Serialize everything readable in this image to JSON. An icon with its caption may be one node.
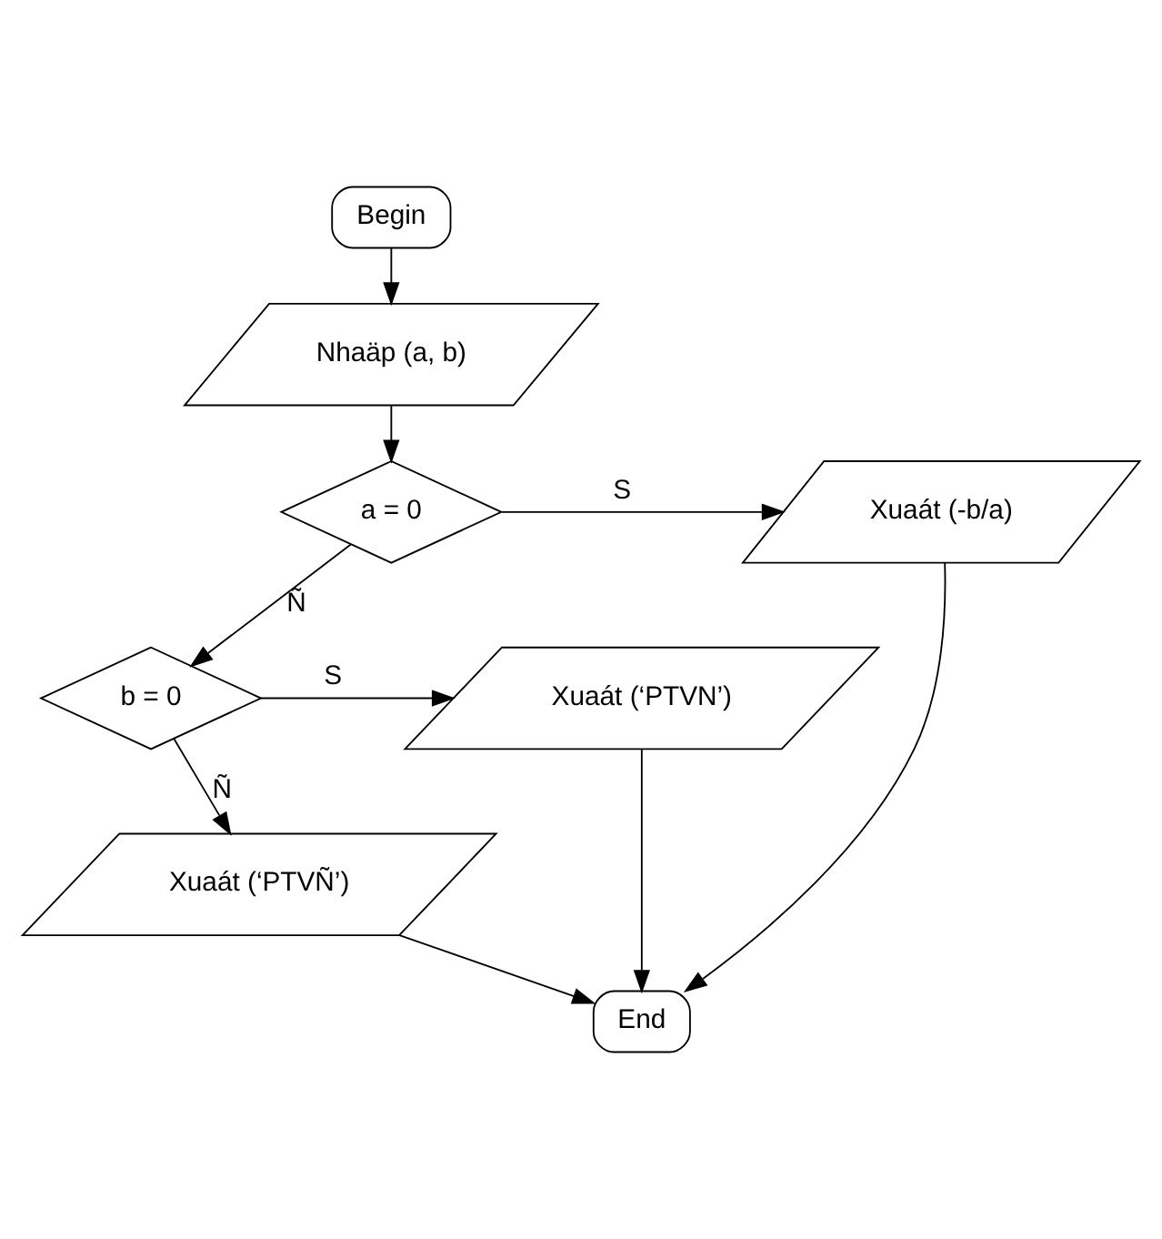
{
  "diagram": {
    "nodes": [
      {
        "text": [
          "Begin"
        ]
      },
      {
        "text": [
          "Nhaäp (a, b)"
        ]
      },
      {
        "text": [
          "a = 0"
        ]
      },
      {
        "text": [
          "Xuaát (-b/a)"
        ]
      },
      {
        "text": [
          "b = 0"
        ]
      },
      {
        "text": [
          "Xuaát (‘PTVN’)"
        ]
      },
      {
        "text": [
          "Xuaát (‘PTVÑ’)"
        ]
      },
      {
        "text": [
          "End"
        ]
      }
    ],
    "edges": [
      {
        "from": 0,
        "to": 1,
        "arrow": "to"
      },
      {
        "from": 1,
        "to": 2,
        "arrow": "to"
      },
      {
        "from": 2,
        "to": 3,
        "arrow": "to",
        "label": "S"
      },
      {
        "from": 2,
        "to": 4,
        "arrow": "to",
        "label": "Ñ"
      },
      {
        "from": 4,
        "to": 5,
        "arrow": "to",
        "label": "S"
      },
      {
        "from": 4,
        "to": 6,
        "arrow": "to",
        "label": "Ñ"
      },
      {
        "from": 6,
        "to": 7,
        "arrow": "to"
      },
      {
        "from": 5,
        "to": 7,
        "arrow": "to"
      },
      {
        "from": 3,
        "to": 7,
        "arrow": "to"
      }
    ]
  }
}
